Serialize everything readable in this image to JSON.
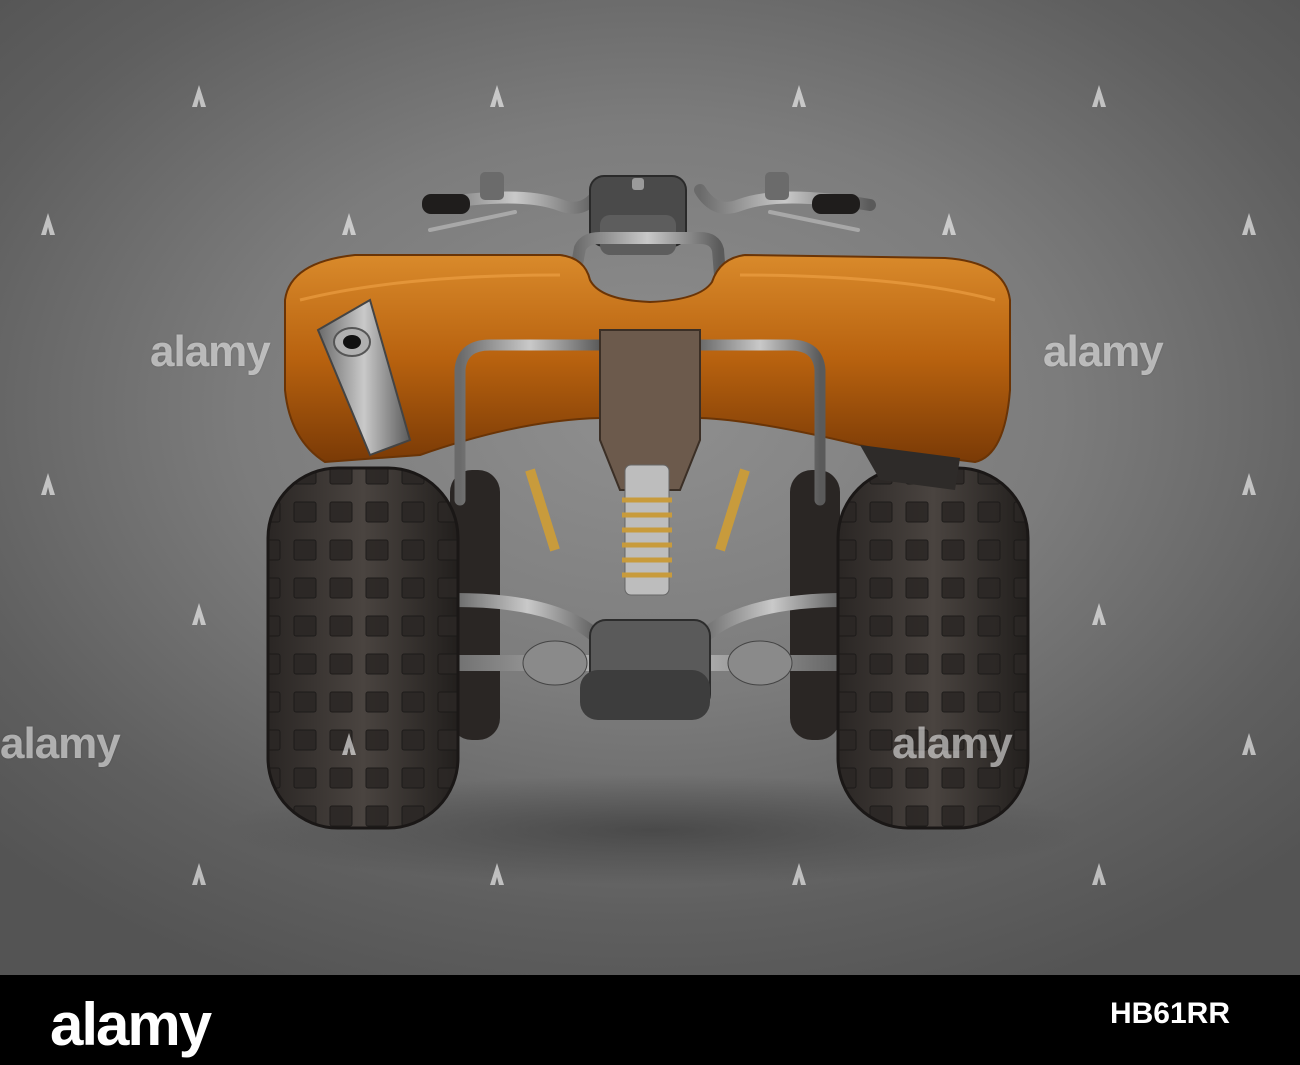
{
  "watermark": {
    "text": "alamy",
    "color": "#ffffff"
  },
  "footer": {
    "logo": "alamy",
    "image_id": "HB61RR",
    "background": "#000000"
  },
  "scene": {
    "subject": "quad bike rear view",
    "body_color": "#c06a14",
    "background_color": "#7c7c7c"
  }
}
